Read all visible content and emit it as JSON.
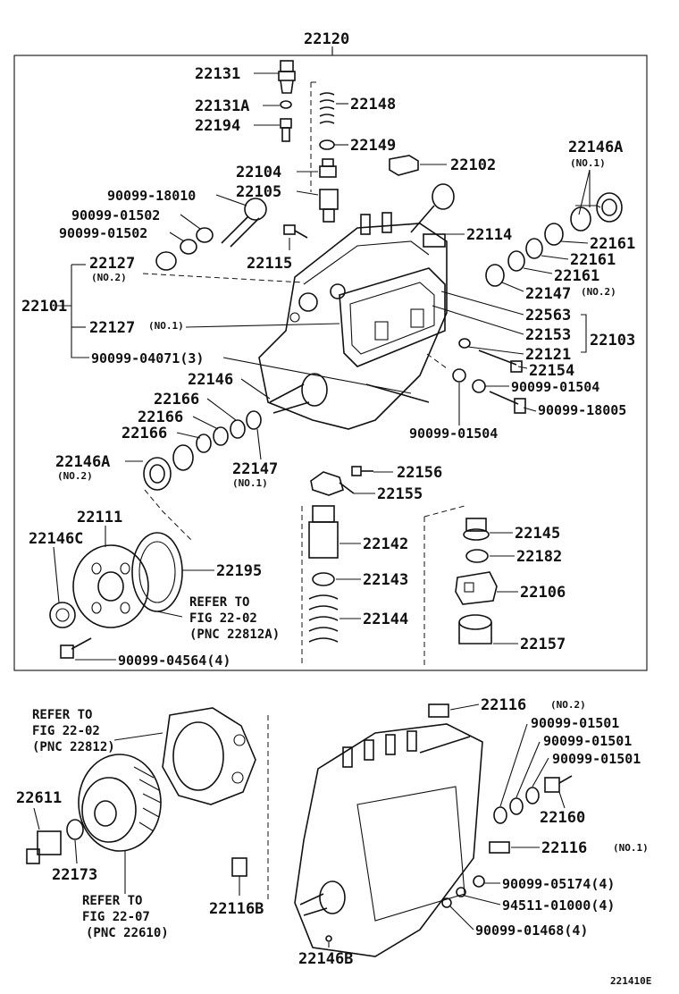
{
  "diagram": {
    "title_part": "22120",
    "figure_code": "221410E",
    "upper": {
      "p22131": "22131",
      "p22131A": "22131A",
      "p22194": "22194",
      "p22148": "22148",
      "p22149": "22149",
      "p22104": "22104",
      "p22105": "22105",
      "p22102": "22102",
      "p90099_18010": "90099-18010",
      "p90099_01502a": "90099-01502",
      "p90099_01502b": "90099-01502",
      "p22146A_top": "22146A",
      "no1_top": "(NO.1)",
      "p22114": "22114",
      "p22115": "22115",
      "p22161a": "22161",
      "p22161b": "22161",
      "p22161c": "22161",
      "p22127a": "22127",
      "no2_a": "(NO.2)",
      "p22101": "22101",
      "p22127b": "22127",
      "no1_b": "(NO.1)",
      "p22147_right": "22147",
      "no2_right": "(NO.2)",
      "p22563": "22563",
      "p22153": "22153",
      "p22103": "22103",
      "p22121": "22121",
      "p22154": "22154",
      "p90099_04071": "90099-04071(3)",
      "p22146": "22146",
      "p90099_01504a": "90099-01504",
      "p90099_18005": "90099-18005",
      "p22166a": "22166",
      "p22166b": "22166",
      "p22166c": "22166",
      "p90099_01504b": "90099-01504",
      "p22146A_left": "22146A",
      "no2_left": "(NO.2)",
      "p22147_left": "22147",
      "no1_left": "(NO.1)",
      "p22156": "22156",
      "p22155": "22155",
      "p22111": "22111",
      "p22146C": "22146C",
      "p22142": "22142",
      "p22145": "22145",
      "p22182": "22182",
      "p22195": "22195",
      "p22143": "22143",
      "p22106": "22106",
      "refer1_a": "REFER TO",
      "refer1_b": "FIG 22-02",
      "refer1_c": "(PNC 22812A)",
      "p22144": "22144",
      "p22157": "22157",
      "p90099_04564": "90099-04564(4)"
    },
    "lower": {
      "refer2_a": "REFER TO",
      "refer2_b": "FIG 22-02",
      "refer2_c": "(PNC 22812)",
      "p22116_top": "22116",
      "no2_lower": "(NO.2)",
      "p90099_01501a": "90099-01501",
      "p90099_01501b": "90099-01501",
      "p90099_01501c": "90099-01501",
      "p22611": "22611",
      "p22160": "22160",
      "p22116_mid": "22116",
      "no1_lower": "(NO.1)",
      "p22173": "22173",
      "refer3_a": "REFER TO",
      "refer3_b": "FIG 22-07",
      "refer3_c": "(PNC 22610)",
      "p90099_05174": "90099-05174(4)",
      "p22116B": "22116B",
      "p94511_01000": "94511-01000(4)",
      "p90099_01468": "90099-01468(4)",
      "p22146B": "22146B"
    }
  }
}
